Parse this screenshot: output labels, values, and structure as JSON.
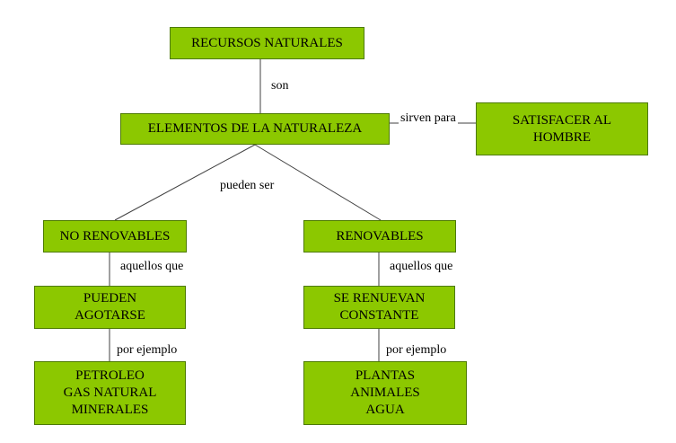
{
  "colors": {
    "node_fill": "#8cc800",
    "node_border": "#4d7a00",
    "line": "#404040"
  },
  "nodes": {
    "recursos": "RECURSOS NATURALES",
    "elementos": "ELEMENTOS DE LA NATURALEZA",
    "satisfacer": "SATISFACER AL\nHOMBRE",
    "no_renovables": "NO RENOVABLES",
    "renovables": "RENOVABLES",
    "pueden_agotarse": "PUEDEN\nAGOTARSE",
    "se_renuevan": "SE RENUEVAN\nCONSTANTE",
    "petroleo": "PETROLEO\nGAS NATURAL\nMINERALES",
    "plantas": "PLANTAS\nANIMALES\nAGUA"
  },
  "links": {
    "son": "son",
    "sirven_para": "sirven para",
    "pueden_ser": "pueden ser",
    "aquellos_que_left": "aquellos que",
    "aquellos_que_right": "aquellos que",
    "por_ejemplo_left": "por ejemplo",
    "por_ejemplo_right": "por ejemplo"
  }
}
